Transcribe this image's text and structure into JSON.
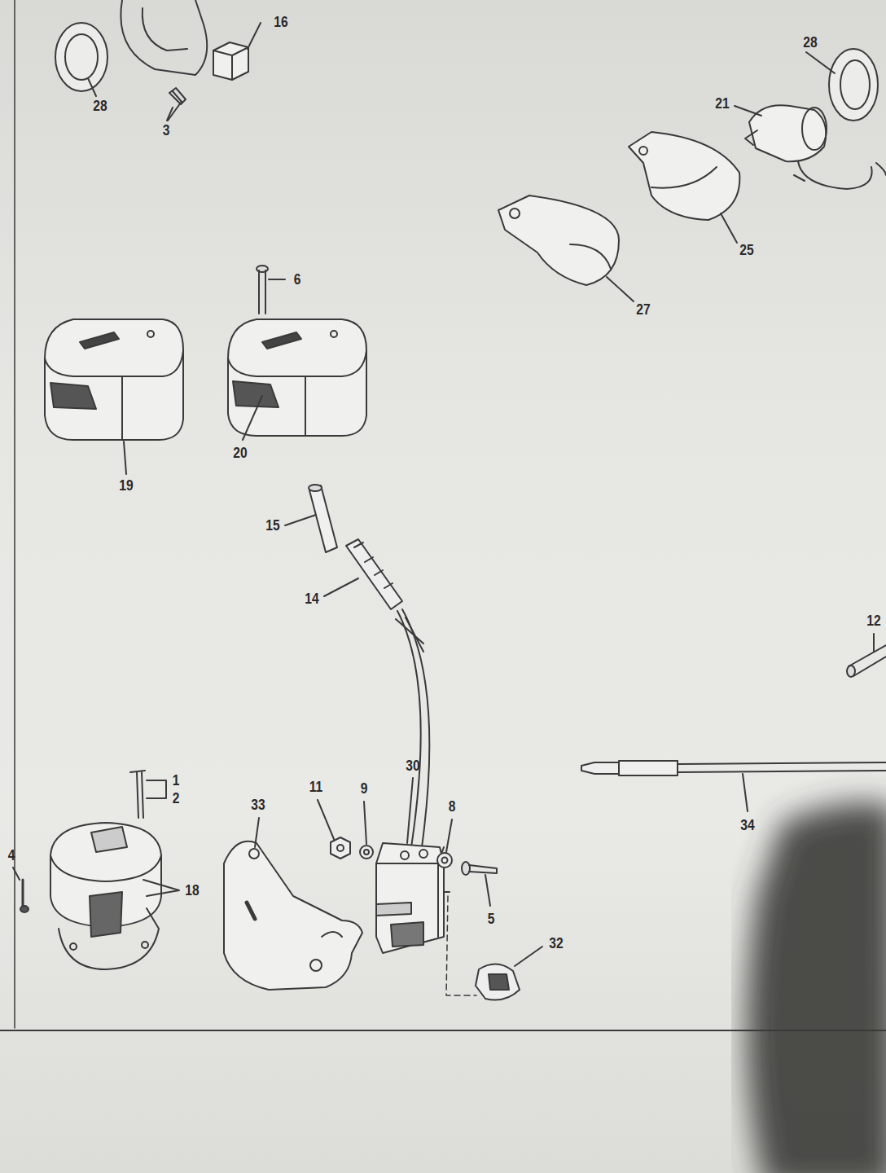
{
  "diagram": {
    "labels": [
      "16",
      "28",
      "3",
      "28",
      "21",
      "25",
      "27",
      "6",
      "19",
      "20",
      "15",
      "14",
      "12",
      "30",
      "1",
      "2",
      "33",
      "11",
      "9",
      "8",
      "4",
      "18",
      "5",
      "34",
      "32"
    ]
  }
}
